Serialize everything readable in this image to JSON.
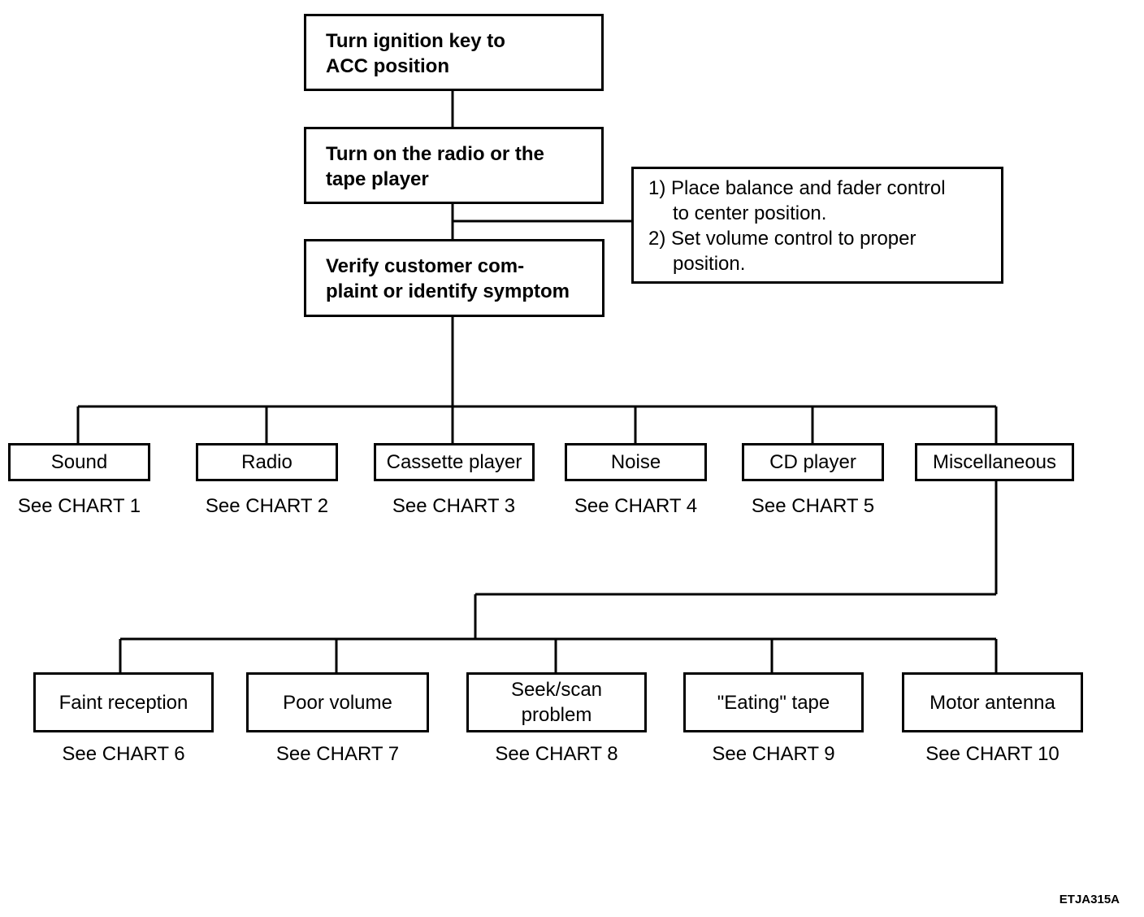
{
  "steps": [
    {
      "line1": "Turn ignition key to",
      "line2": "ACC position"
    },
    {
      "line1": "Turn on the radio or the",
      "line2": "tape player"
    },
    {
      "line1": "Verify customer com-",
      "line2": "plaint  or identify symptom"
    }
  ],
  "note": {
    "item1_line1": "1) Place balance and fader control",
    "item1_line2": "to center position.",
    "item2_line1": "2) Set volume control to proper",
    "item2_line2": "position."
  },
  "categories": [
    {
      "label": "Sound",
      "ref": "See CHART 1"
    },
    {
      "label": "Radio",
      "ref": "See CHART 2"
    },
    {
      "label": "Cassette player",
      "ref": "See CHART 3"
    },
    {
      "label": "Noise",
      "ref": "See CHART 4"
    },
    {
      "label": "CD player",
      "ref": "See CHART 5"
    },
    {
      "label": "Miscellaneous"
    }
  ],
  "misc": [
    {
      "line1": "Faint reception",
      "ref": "See CHART 6"
    },
    {
      "line1": "Poor volume",
      "ref": "See CHART 7"
    },
    {
      "line1": "Seek/scan",
      "line2": "problem",
      "ref": "See CHART 8"
    },
    {
      "line1": "\"Eating\" tape",
      "ref": "See CHART 9"
    },
    {
      "line1": "Motor antenna",
      "ref": "See CHART 10"
    }
  ],
  "figure_code": "ETJA315A"
}
